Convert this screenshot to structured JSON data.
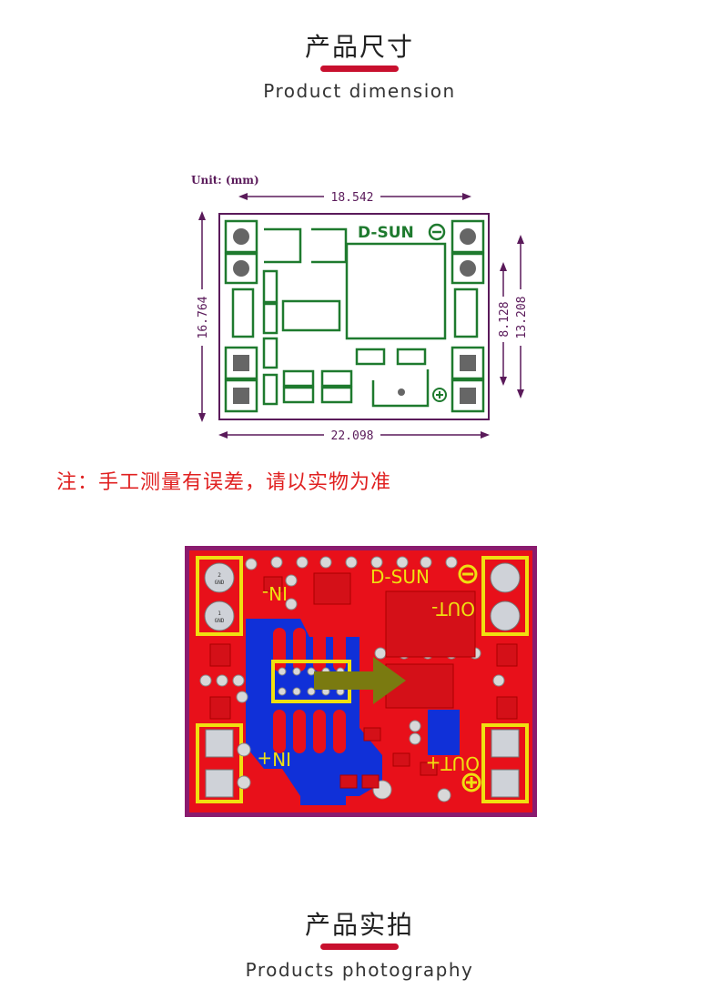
{
  "section1": {
    "title": "产品尺寸",
    "subtitle": "Product dimension"
  },
  "drawing": {
    "unit_label": "Unit: (mm)",
    "dim_top": "18.542",
    "dim_bottom": "22.098",
    "dim_left": "16.764",
    "dim_right_inner": "8.128",
    "dim_right_outer": "13.208",
    "brand": "D-SUN",
    "outline_color": "#5a1a5a",
    "silk_color": "#1e7a2e"
  },
  "note": "注：手工测量有误差，请以实物为准",
  "pcb": {
    "brand": "D-SUN",
    "label_in_minus": "IN-",
    "label_in_plus": "IN+",
    "label_out_minus": "OUT-",
    "label_out_plus": "OUT+",
    "board_color": "#e8101a",
    "copper_color": "#1030d8",
    "silk_color": "#f0e010",
    "pad_labels": [
      "2",
      "GND",
      "1",
      "GND"
    ]
  },
  "section2": {
    "title": "产品实拍",
    "subtitle": "Products photography"
  }
}
